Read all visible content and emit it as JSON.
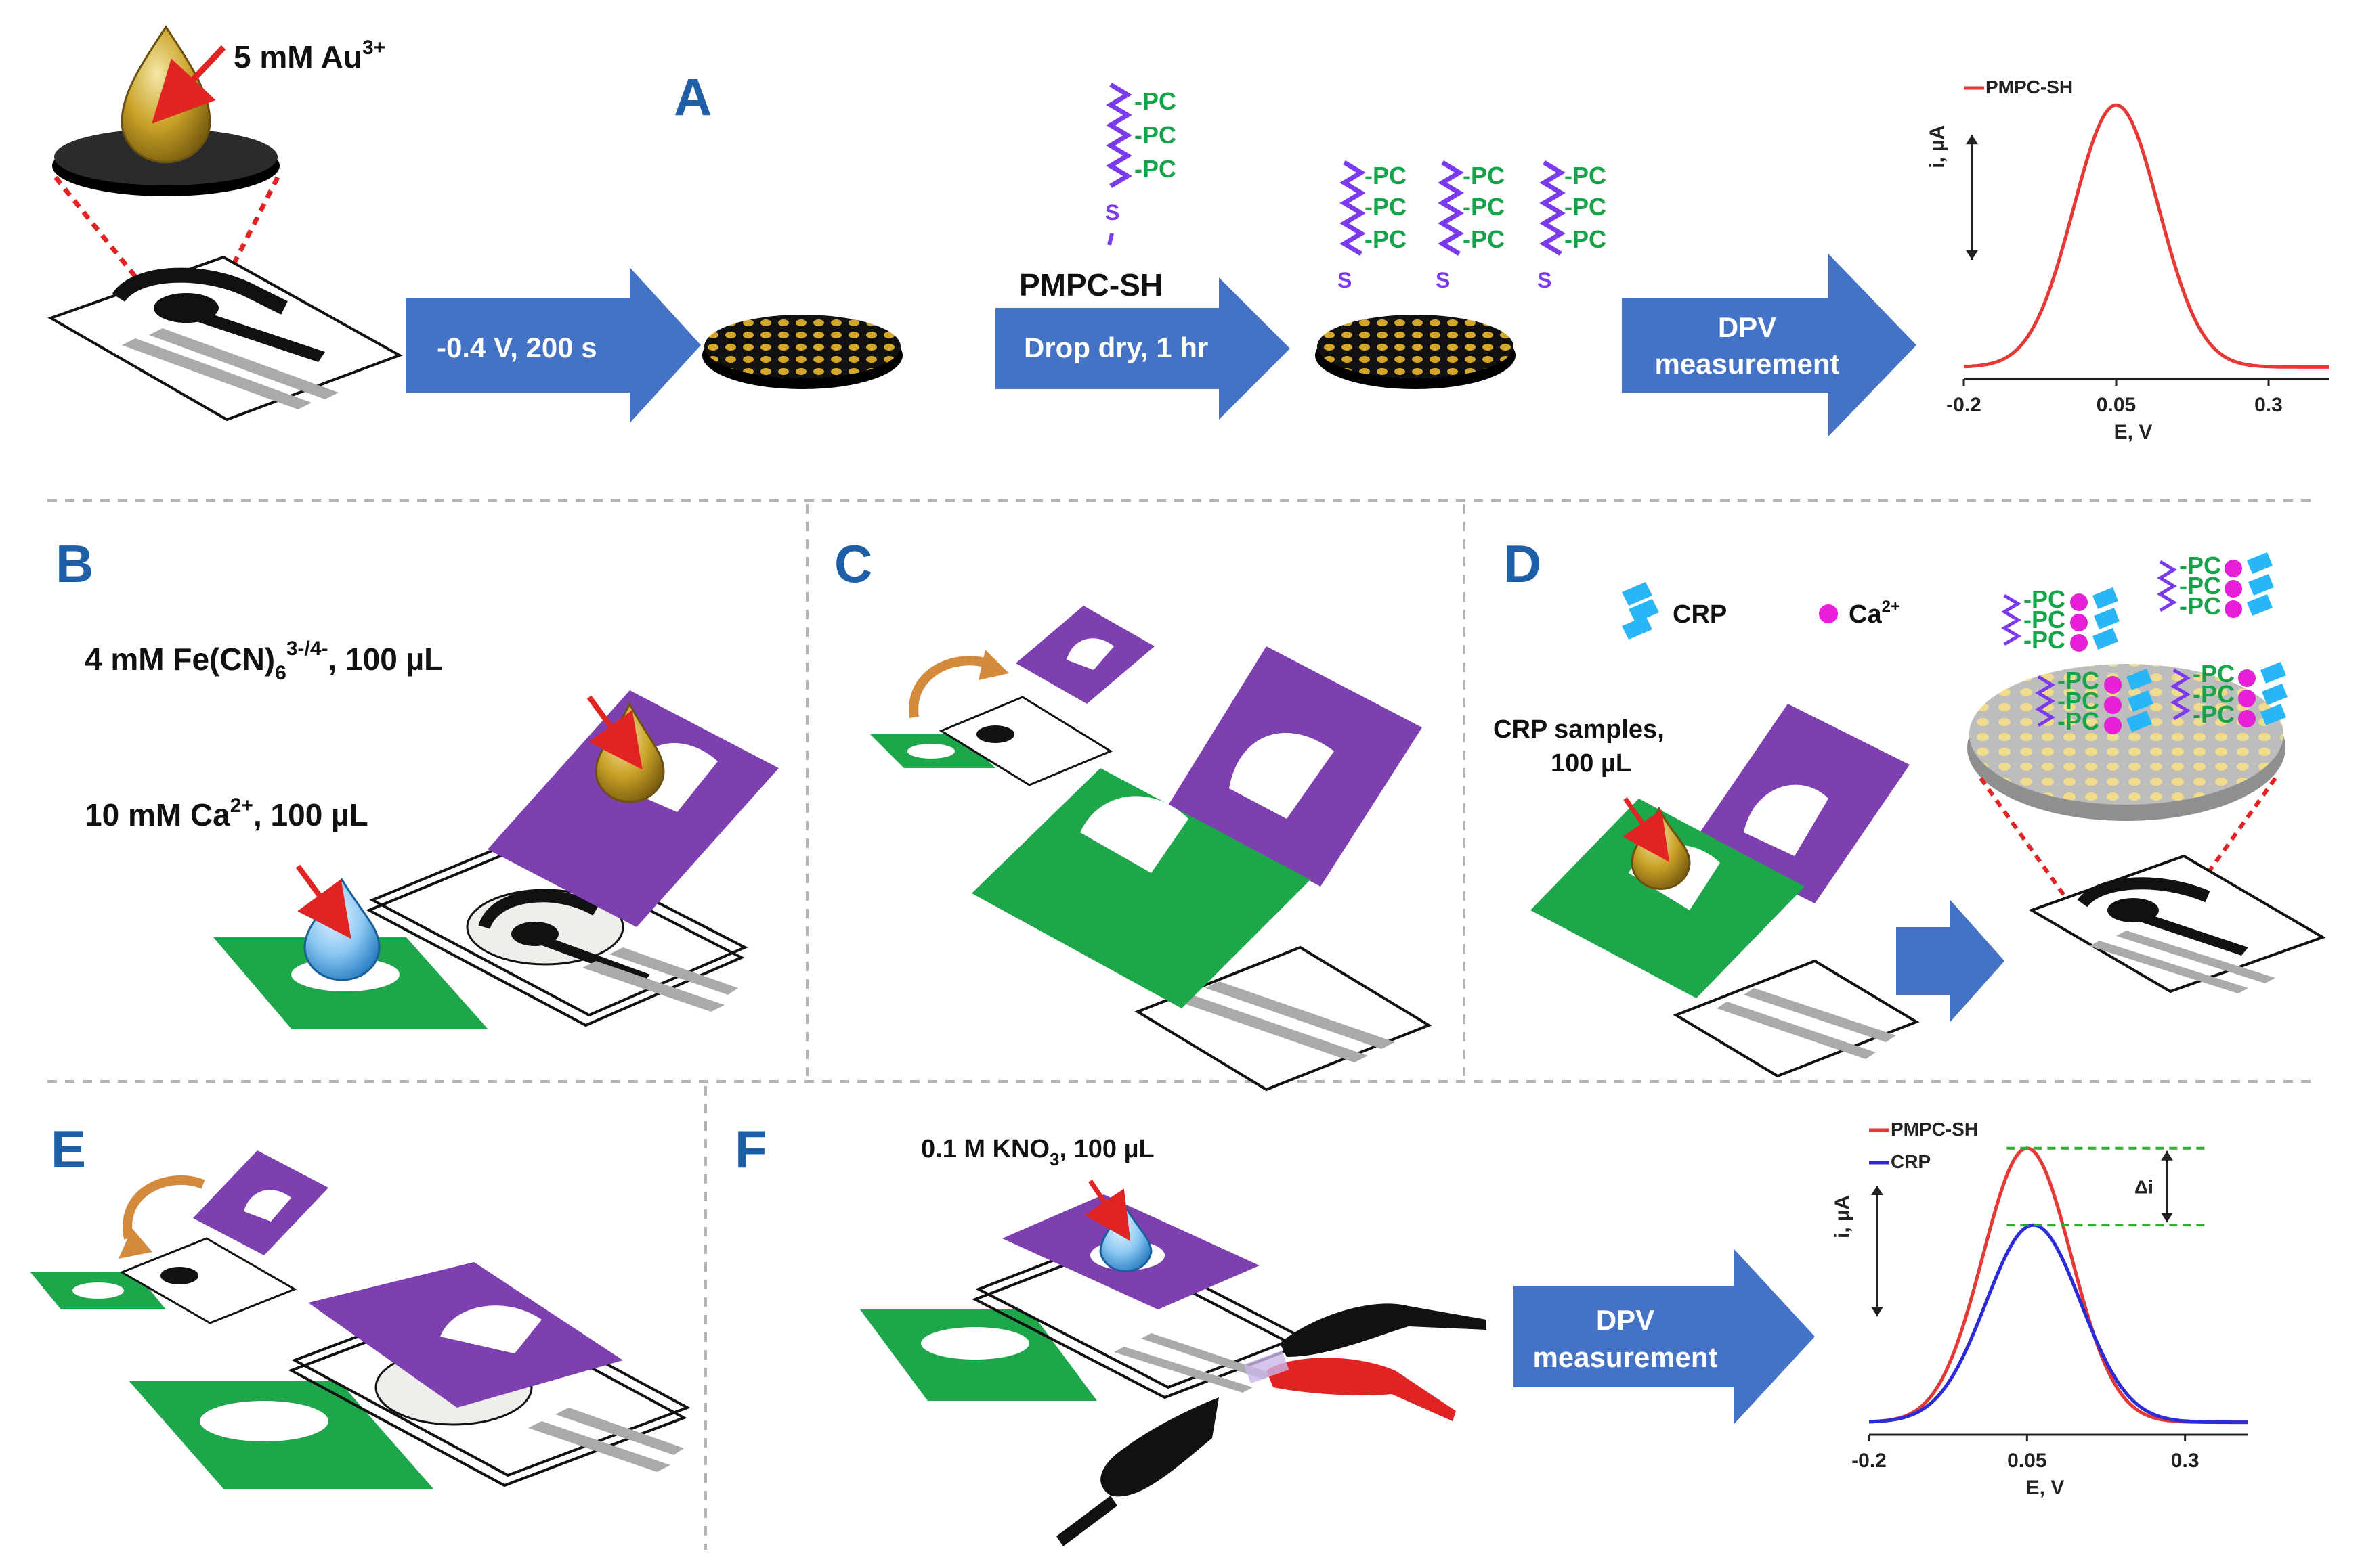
{
  "panels": {
    "A": "A",
    "B": "B",
    "C": "C",
    "D": "D",
    "E": "E",
    "F": "F"
  },
  "panel_a": {
    "au_label": "5 mM Au",
    "au_charge": "3+",
    "step1": "-0.4 V, 200 s",
    "pmpc_title": "PMPC-SH",
    "step2": "Drop dry, 1 hr",
    "step3_line1": "DPV",
    "step3_line2": "measurement",
    "pc": "-PC",
    "s": "S"
  },
  "panel_b": {
    "fe_label": "4 mM Fe(CN)",
    "fe_sub": "6",
    "fe_sup": "3-/4-",
    "fe_tail": ", 100 µL",
    "ca_label": "10 mM Ca",
    "ca_sup": "2+",
    "ca_tail": ", 100 µL"
  },
  "panel_d": {
    "crp_legend": "CRP",
    "ca_legend": "Ca",
    "ca_sup": "2+",
    "samples_line1": "CRP samples,",
    "samples_line2": "100 µL"
  },
  "panel_f": {
    "kno_label": "0.1 M KNO",
    "kno_sub": "3",
    "kno_tail": ", 100 µL",
    "step_line1": "DPV",
    "step_line2": "measurement",
    "delta": "Δi"
  },
  "colors": {
    "accent_blue": "#4472c4",
    "panel_letter": "#1f5fa8",
    "purple": "#7e3fb0",
    "green": "#1ea64b",
    "gold": "#c9a227",
    "red": "#e02424",
    "pmpc_curve": "#e53935",
    "crp_curve": "#2b2bd9"
  },
  "chart_data": [
    {
      "type": "line",
      "panel": "A",
      "xlabel": "E, V",
      "ylabel": "i, µA",
      "x_ticks": [
        "-0.2",
        "0.05",
        "0.3"
      ],
      "xlim": [
        -0.2,
        0.4
      ],
      "series": [
        {
          "name": "PMPC-SH",
          "color": "#e53935",
          "peak_x": 0.05,
          "peak_height": 1.0,
          "width": 0.07,
          "baseline": 0.04
        }
      ]
    },
    {
      "type": "line",
      "panel": "F",
      "xlabel": "E, V",
      "ylabel": "i, µA",
      "x_ticks": [
        "-0.2",
        "0.05",
        "0.3"
      ],
      "xlim": [
        -0.2,
        0.4
      ],
      "annotation": "Δi",
      "series": [
        {
          "name": "PMPC-SH",
          "color": "#e53935",
          "peak_x": 0.05,
          "peak_height": 1.0,
          "width": 0.07,
          "baseline": 0.04
        },
        {
          "name": "CRP",
          "color": "#2b2bd9",
          "peak_x": 0.06,
          "peak_height": 0.72,
          "width": 0.075,
          "baseline": 0.04
        }
      ]
    }
  ]
}
